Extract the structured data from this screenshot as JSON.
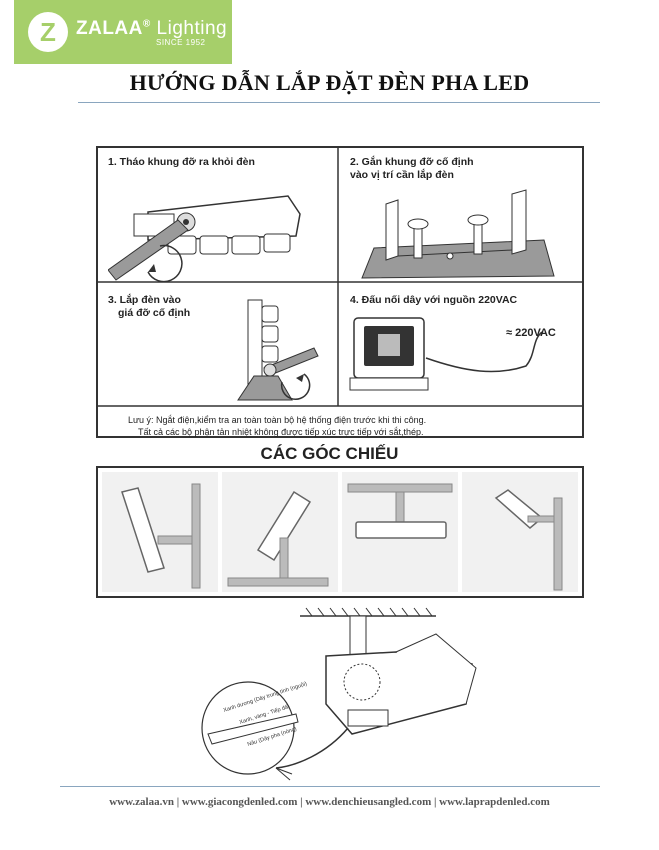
{
  "logo": {
    "mark": "Z",
    "brand": "ZALAA",
    "reg": "®",
    "suffix": " Lighting",
    "since": "SINCE 1952"
  },
  "title": "HƯỚNG DẪN LẮP ĐẶT ĐÈN PHA LED",
  "steps": [
    {
      "label": "1. Tháo khung đỡ ra khỏi đèn"
    },
    {
      "label1": "2. Gắn khung đỡ cố định",
      "label2": "vào vị trí cần lắp đèn"
    },
    {
      "label1": "3. Lắp đèn vào",
      "label2": "giá đỡ cố định"
    },
    {
      "label": "4. Đấu nối dây với nguồn 220VAC",
      "voltage": "≈ 220VAC"
    }
  ],
  "note": {
    "line1": "Lưu ý: Ngắt điện,kiểm tra an toàn toàn bộ hệ thống điện trước khi thi công.",
    "line2": "Tất cả các bộ phận tản nhiệt không được tiếp xúc trực tiếp với sắt,thép."
  },
  "angles_title": "CÁC GÓC CHIẾU",
  "wiring": {
    "label_blue": "Xanh dương (Dây trung tính (nguội)",
    "label_red": "Xanh, vàng - Tiếp đất",
    "label_brown": "Nâu (Dây pha (nóng)"
  },
  "footer": "www.zalaa.vn  |  www.giacongdenled.com  |  www.denchieusangled.com  |  www.laprapdenled.com",
  "colors": {
    "logo_bg": "#a6cf6a",
    "rule": "#8aa6bf",
    "angle_bg": "#f1f1f1"
  }
}
